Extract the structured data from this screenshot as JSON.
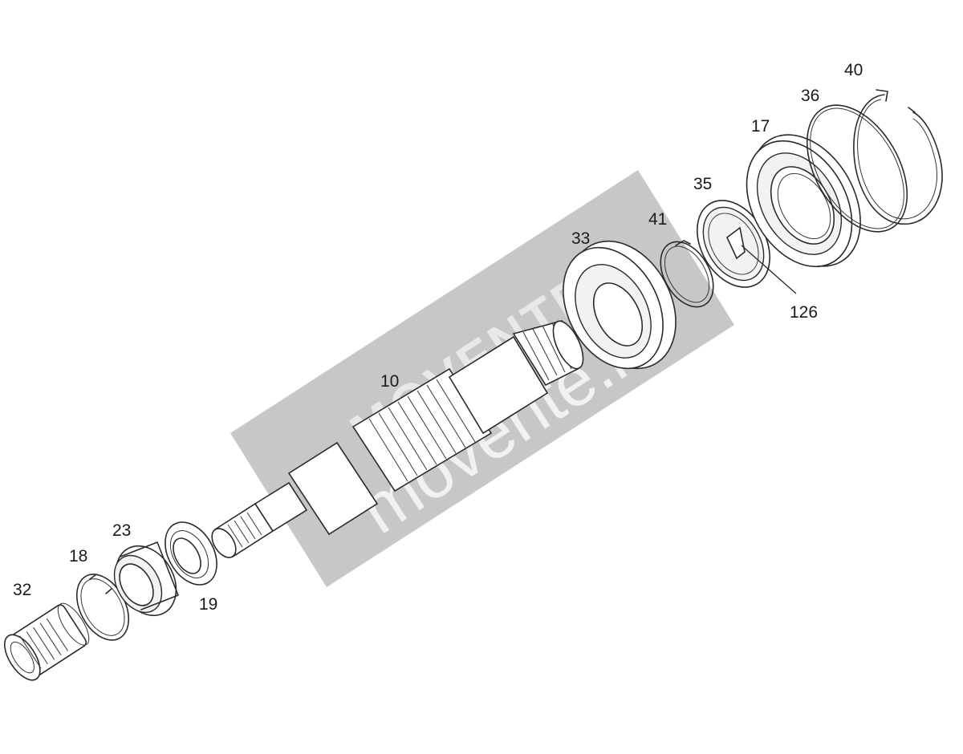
{
  "diagram": {
    "watermark": "movente.it",
    "callouts": [
      {
        "id": "p40",
        "label": "40"
      },
      {
        "id": "p36",
        "label": "36"
      },
      {
        "id": "p17",
        "label": "17"
      },
      {
        "id": "p35",
        "label": "35"
      },
      {
        "id": "p41",
        "label": "41"
      },
      {
        "id": "p33",
        "label": "33"
      },
      {
        "id": "p126",
        "label": "126"
      },
      {
        "id": "p10",
        "label": "10"
      },
      {
        "id": "p23",
        "label": "23"
      },
      {
        "id": "p18",
        "label": "18"
      },
      {
        "id": "p32",
        "label": "32"
      },
      {
        "id": "p19",
        "label": "19"
      }
    ]
  }
}
